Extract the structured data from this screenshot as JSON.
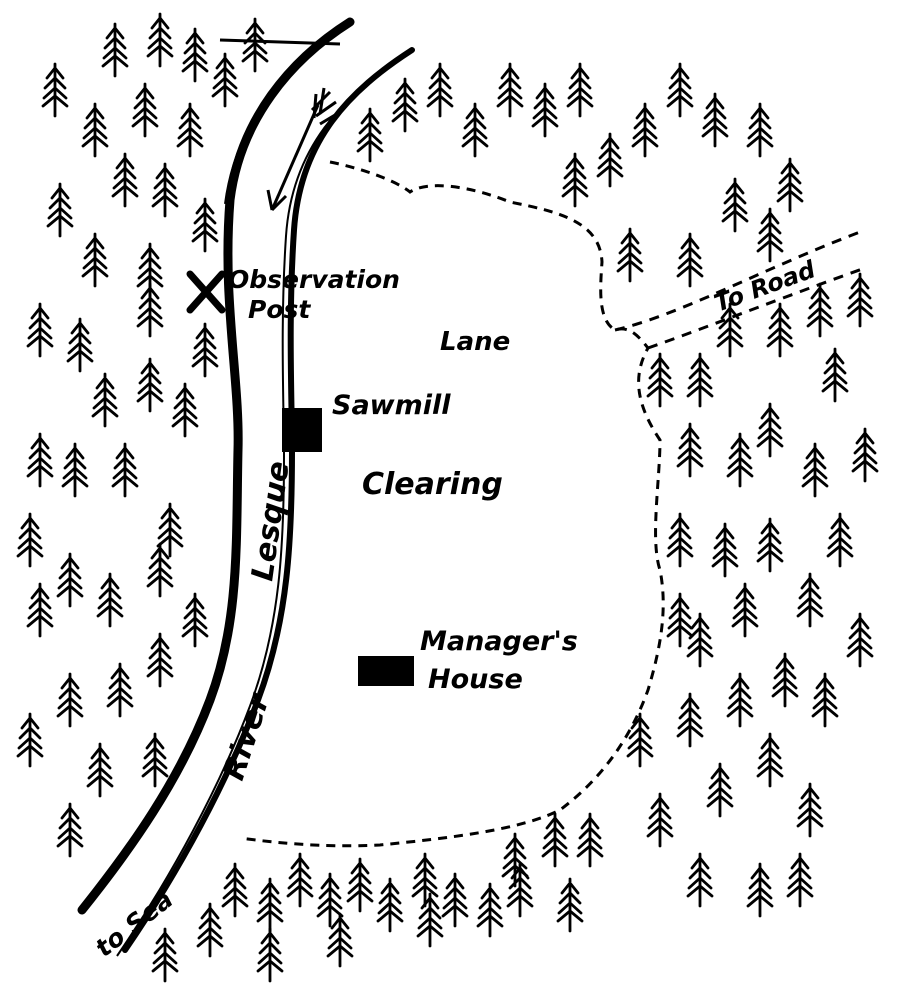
{
  "map": {
    "colors": {
      "ink": "#000000",
      "paper": "#ffffff"
    },
    "labels": {
      "observation_post_line1": "Observation",
      "observation_post_line2": "Post",
      "lane": "Lane",
      "to_road": "To Road",
      "sawmill": "Sawmill",
      "clearing": "Clearing",
      "managers_house_line1": "Manager's",
      "managers_house_line2": "House",
      "river_word1": "Lesque",
      "river_word2": "River",
      "to_sea": "to Sea"
    },
    "symbols": {
      "observation_post": "x-mark-icon",
      "sawmill": "filled-square-icon",
      "managers_house": "filled-rectangle-icon",
      "tree": "conifer-tree-icon",
      "current": "flow-arrow-icon"
    }
  }
}
